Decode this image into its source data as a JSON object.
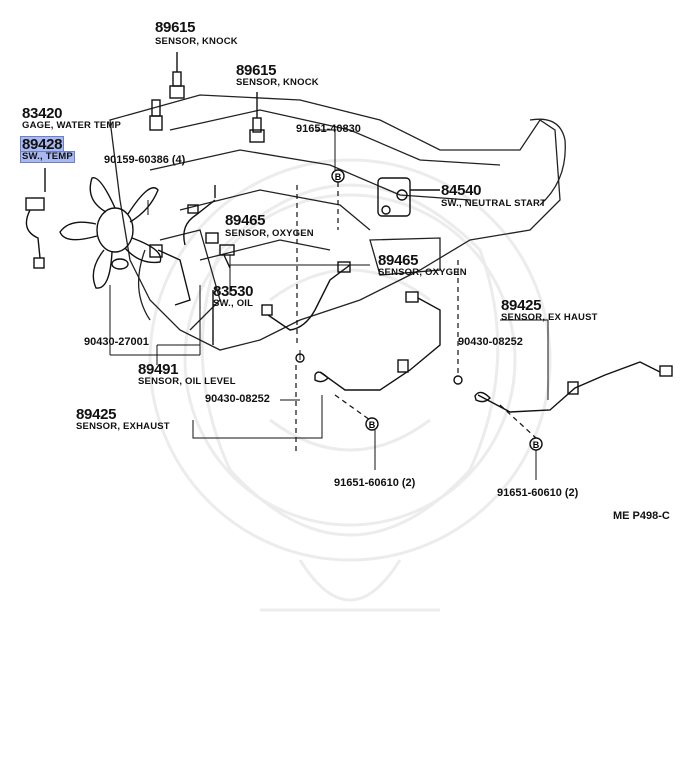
{
  "labels": {
    "knock_top_number": "89615",
    "knock_top_desc": "SENSOR, KNOCK",
    "knock_mid_number": "89615",
    "knock_mid_desc": "SENSOR, KNOCK",
    "gage_number": "83420",
    "gage_desc": "GAGE, WATER TEMP",
    "sw_temp_number": "89428",
    "sw_temp_desc": "SW., TEMP",
    "bolt_top": "90159-60386 (4)",
    "bolt_916": "91651-40830",
    "neutral_number": "84540",
    "neutral_desc": "SW., NEUTRAL START",
    "oxy_left_number": "89465",
    "oxy_left_desc": "SENSOR, OXYGEN",
    "oxy_right_number": "89465",
    "oxy_right_desc": "SENSOR, OXYGEN",
    "sw_oil_number": "83530",
    "sw_oil_desc": "SW., OIL",
    "exhaust_right_number": "89425",
    "exhaust_right_desc": "SENSOR, EX HAUST",
    "gasket_left": "90430-27001",
    "oil_level_number": "89491",
    "oil_level_desc": "SENSOR, OIL LEVEL",
    "gasket_right": "90430-08252",
    "gasket_mid": "90430-08252",
    "exhaust_left_number": "89425",
    "exhaust_left_desc": "SENSOR, EXHAUST",
    "bolt_bottom_left": "91651-60610 (2)",
    "bolt_bottom_right": "91651-60610 (2)",
    "page_ref": "ME P498-C"
  },
  "circle_marker": "B",
  "highlight_color": "#a9b8ee"
}
